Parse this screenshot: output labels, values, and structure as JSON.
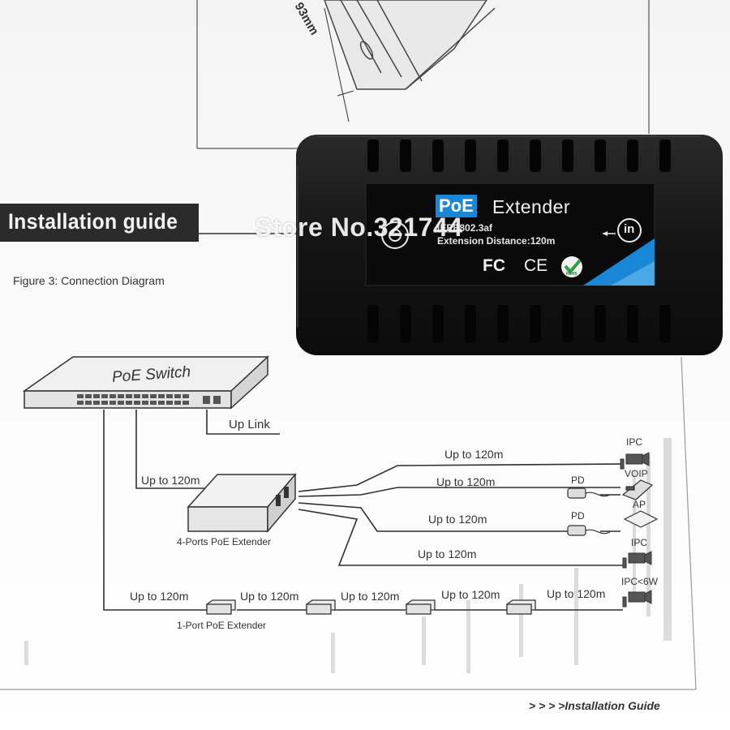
{
  "manual": {
    "dimension_text": "93mm",
    "guide_title": "Installation guide",
    "figure_caption": "Figure 3: Connection Diagram",
    "footer": "> > > >Installation Guide"
  },
  "device": {
    "brand_box": "PoE",
    "brand_rest": "Extender",
    "standard": "IEEE802.3af",
    "distance": "Extension Distance:120m",
    "in_label": "in",
    "fc_mark": "FC",
    "ce_mark": "CE",
    "rohs_mark": "RoHS"
  },
  "watermark": "Store No.321744",
  "diagram": {
    "switch_label": "PoE Switch",
    "uplink": "Up Link",
    "hub_label": "4-Ports PoE Extender",
    "single_label": "1-Port PoE Extender",
    "link_left": "Up to 120m",
    "row1": "Up to 120m",
    "row2": "Up to 120m",
    "row3": "Up to 120m",
    "row4": "Up to 120m",
    "chain1": "Up to 120m",
    "chain2": "Up to 120m",
    "chain3": "Up to 120m",
    "chain4": "Up to 120m",
    "chain5": "Up to 120m",
    "ipc_top": "IPC",
    "voip": "VOIP",
    "ap": "AP",
    "pd1": "PD",
    "pd2": "PD",
    "ipc_mid": "IPC",
    "ipc_low": "IPC<6W"
  },
  "colors": {
    "device_body": "#1a1a1a",
    "label_blue": "#1a86d6",
    "paper": "#fafafa",
    "ink": "#2b2b2b"
  }
}
